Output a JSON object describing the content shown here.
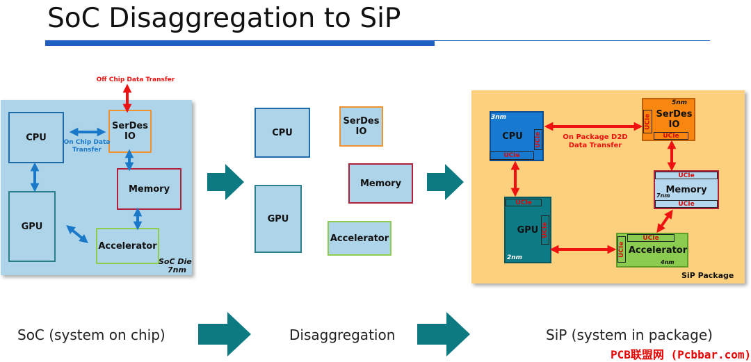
{
  "title": "SoC Disaggregation to SiP",
  "soc": {
    "cpu": "CPU",
    "serdes": "SerDes IO",
    "gpu": "GPU",
    "memory": "Memory",
    "accelerator": "Accelerator",
    "on_chip": "On Chip Data Transfer",
    "off_chip": "Off Chip Data Transfer",
    "die_label": "SoC Die",
    "die_node": "7nm"
  },
  "disagg": {
    "cpu": "CPU",
    "serdes": "SerDes IO",
    "gpu": "GPU",
    "memory": "Memory",
    "accelerator": "Accelerator"
  },
  "sip": {
    "cpu": "CPU",
    "cpu_node": "3nm",
    "serdes": "SerDes IO",
    "serdes_node": "5nm",
    "gpu": "GPU",
    "gpu_node": "2nm",
    "memory": "Memory",
    "memory_node": "7nm",
    "accelerator": "Accelerator",
    "accelerator_node": "4nm",
    "ucie": "UCIe",
    "d2d": "On Package D2D Data Transfer",
    "package_label": "SiP Package"
  },
  "captions": {
    "soc": "SoC (system on chip)",
    "disagg": "Disaggregation",
    "sip": "SiP (system in package)"
  },
  "watermark": "PCB联盟网 (Pcbbar.com)",
  "colors": {
    "accent_blue": "#1f5fbf",
    "die_fill": "#aed4ea",
    "package_fill": "#fcd07c",
    "arrow_red": "#ee1111",
    "arrow_blue": "#1a78c8",
    "arrow_teal": "#0d7a82"
  }
}
